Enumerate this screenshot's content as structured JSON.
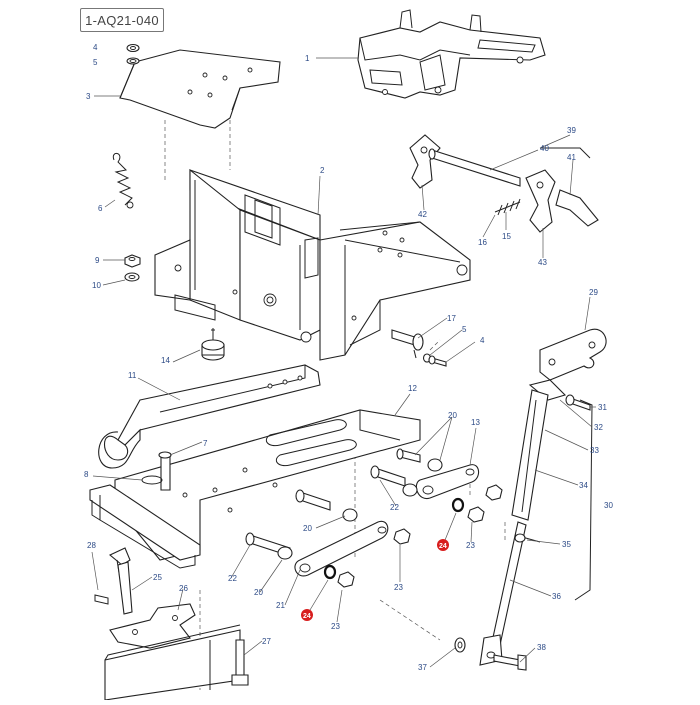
{
  "reference_code": "1-AQ21-040",
  "highlight_color": "#d81e1e",
  "label_color": "#2c4a86",
  "callouts": [
    {
      "id": "c1",
      "text": "1",
      "highlight": false
    },
    {
      "id": "c2",
      "text": "2",
      "highlight": false
    },
    {
      "id": "c3",
      "text": "3",
      "highlight": false
    },
    {
      "id": "c4a",
      "text": "4",
      "highlight": false
    },
    {
      "id": "c5a",
      "text": "5",
      "highlight": false
    },
    {
      "id": "c6",
      "text": "6",
      "highlight": false
    },
    {
      "id": "c9",
      "text": "9",
      "highlight": false
    },
    {
      "id": "c10",
      "text": "10",
      "highlight": false
    },
    {
      "id": "c11",
      "text": "11",
      "highlight": false
    },
    {
      "id": "c12",
      "text": "12",
      "highlight": false
    },
    {
      "id": "c13",
      "text": "13",
      "highlight": false
    },
    {
      "id": "c14",
      "text": "14",
      "highlight": false
    },
    {
      "id": "c15",
      "text": "15",
      "highlight": false
    },
    {
      "id": "c16",
      "text": "16",
      "highlight": false
    },
    {
      "id": "c17",
      "text": "17",
      "highlight": false
    },
    {
      "id": "c5b",
      "text": "5",
      "highlight": false
    },
    {
      "id": "c4b",
      "text": "4",
      "highlight": false
    },
    {
      "id": "c7",
      "text": "7",
      "highlight": false
    },
    {
      "id": "c8",
      "text": "8",
      "highlight": false
    },
    {
      "id": "c20a",
      "text": "20",
      "highlight": false
    },
    {
      "id": "c20b",
      "text": "20",
      "highlight": false
    },
    {
      "id": "c20c",
      "text": "20",
      "highlight": false
    },
    {
      "id": "c21",
      "text": "21",
      "highlight": false
    },
    {
      "id": "c22a",
      "text": "22",
      "highlight": false
    },
    {
      "id": "c22b",
      "text": "22",
      "highlight": false
    },
    {
      "id": "c23a",
      "text": "23",
      "highlight": false
    },
    {
      "id": "c23b",
      "text": "23",
      "highlight": false
    },
    {
      "id": "c23c",
      "text": "23",
      "highlight": false
    },
    {
      "id": "c24a",
      "text": "24",
      "highlight": true
    },
    {
      "id": "c24b",
      "text": "24",
      "highlight": true
    },
    {
      "id": "c25",
      "text": "25",
      "highlight": false
    },
    {
      "id": "c26",
      "text": "26",
      "highlight": false
    },
    {
      "id": "c27",
      "text": "27",
      "highlight": false
    },
    {
      "id": "c28",
      "text": "28",
      "highlight": false
    },
    {
      "id": "c29",
      "text": "29",
      "highlight": false
    },
    {
      "id": "c30",
      "text": "30",
      "highlight": false
    },
    {
      "id": "c31",
      "text": "31",
      "highlight": false
    },
    {
      "id": "c32",
      "text": "32",
      "highlight": false
    },
    {
      "id": "c33",
      "text": "33",
      "highlight": false
    },
    {
      "id": "c34",
      "text": "34",
      "highlight": false
    },
    {
      "id": "c35",
      "text": "35",
      "highlight": false
    },
    {
      "id": "c36",
      "text": "36",
      "highlight": false
    },
    {
      "id": "c37",
      "text": "37",
      "highlight": false
    },
    {
      "id": "c38",
      "text": "38",
      "highlight": false
    },
    {
      "id": "c39",
      "text": "39",
      "highlight": false
    },
    {
      "id": "c40",
      "text": "40",
      "highlight": false
    },
    {
      "id": "c41",
      "text": "41",
      "highlight": false
    },
    {
      "id": "c42",
      "text": "42",
      "highlight": false
    },
    {
      "id": "c43",
      "text": "43",
      "highlight": false
    }
  ]
}
